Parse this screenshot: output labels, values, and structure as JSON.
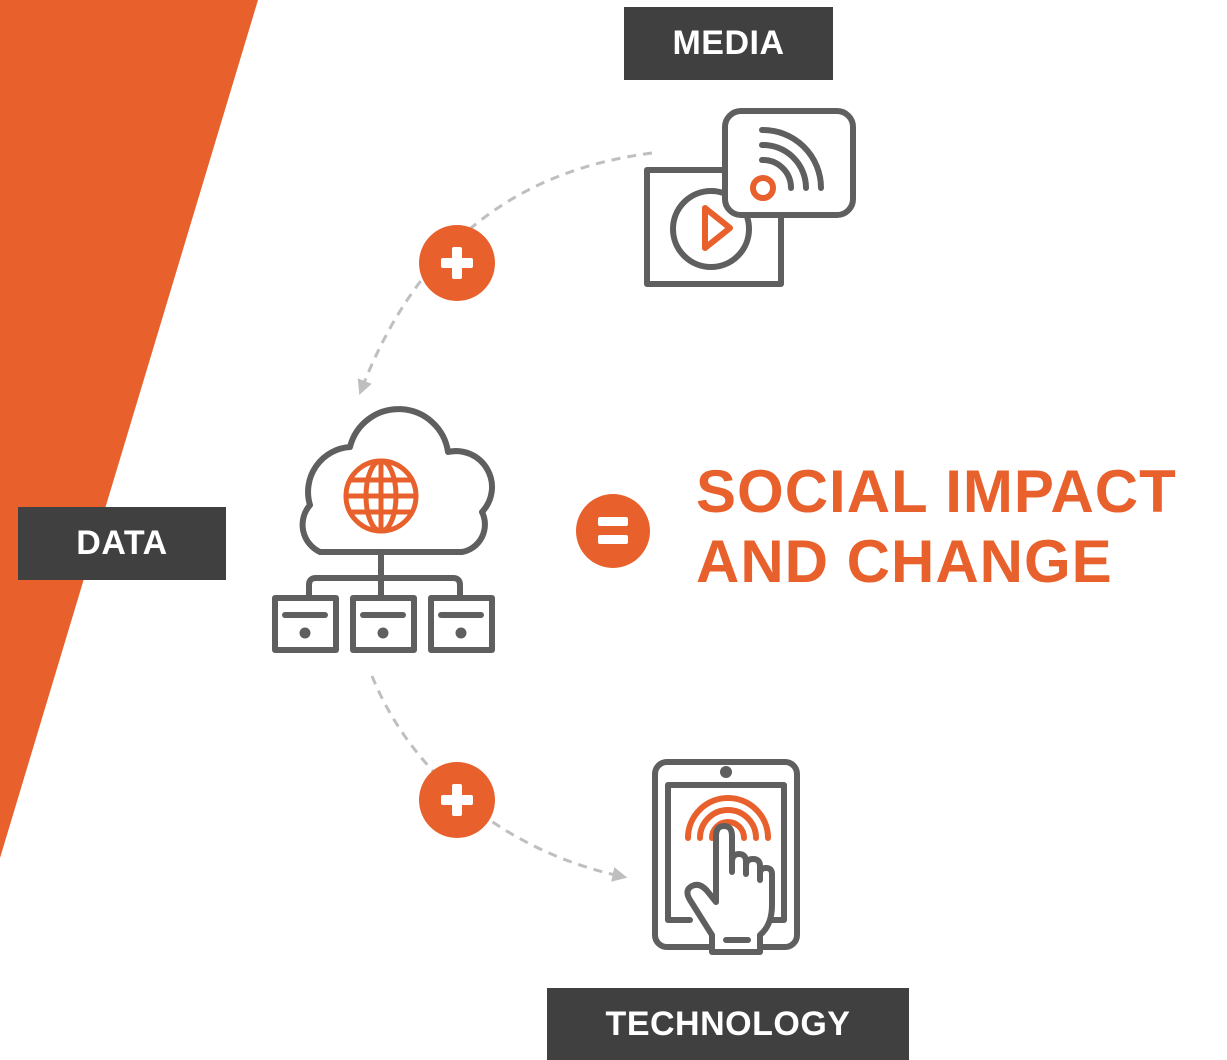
{
  "colors": {
    "accent": "#e8612c",
    "dark": "#404040",
    "icon_stroke": "#5f5f5f",
    "arrow": "#bfbfbf",
    "background": "#ffffff"
  },
  "labels": {
    "media": "MEDIA",
    "data": "DATA",
    "technology": "TECHNOLOGY"
  },
  "result": {
    "line1": "SOCIAL IMPACT",
    "line2": "AND CHANGE"
  },
  "operators": {
    "plus_top": "+",
    "plus_bottom": "+",
    "equals": "="
  },
  "icons": {
    "media": "media-broadcast-icon",
    "data": "cloud-network-icon",
    "technology": "tablet-touch-icon"
  }
}
